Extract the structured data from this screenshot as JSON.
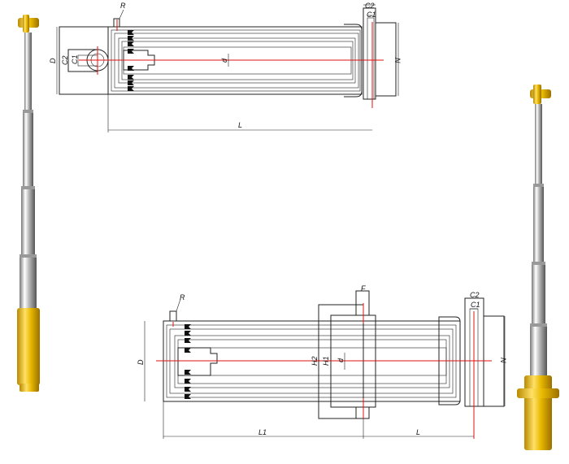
{
  "top_drawing": {
    "labels": {
      "R": "R",
      "D": "D",
      "C2": "C2",
      "C1": "C1",
      "d": "d",
      "N": "N",
      "L": "L",
      "C2_end": "C2",
      "C1_end": "C1"
    }
  },
  "bottom_drawing": {
    "labels": {
      "R": "R",
      "D": "D",
      "F": "F",
      "H2": "H2",
      "H1": "H1",
      "d": "d",
      "N": "N",
      "L1": "L1",
      "L": "L",
      "C2": "C2",
      "C1": "C1"
    }
  },
  "colors": {
    "centerline": "#e01010",
    "cylinder_yellow": "#e8b800",
    "chrome": "#d8d8d8"
  }
}
